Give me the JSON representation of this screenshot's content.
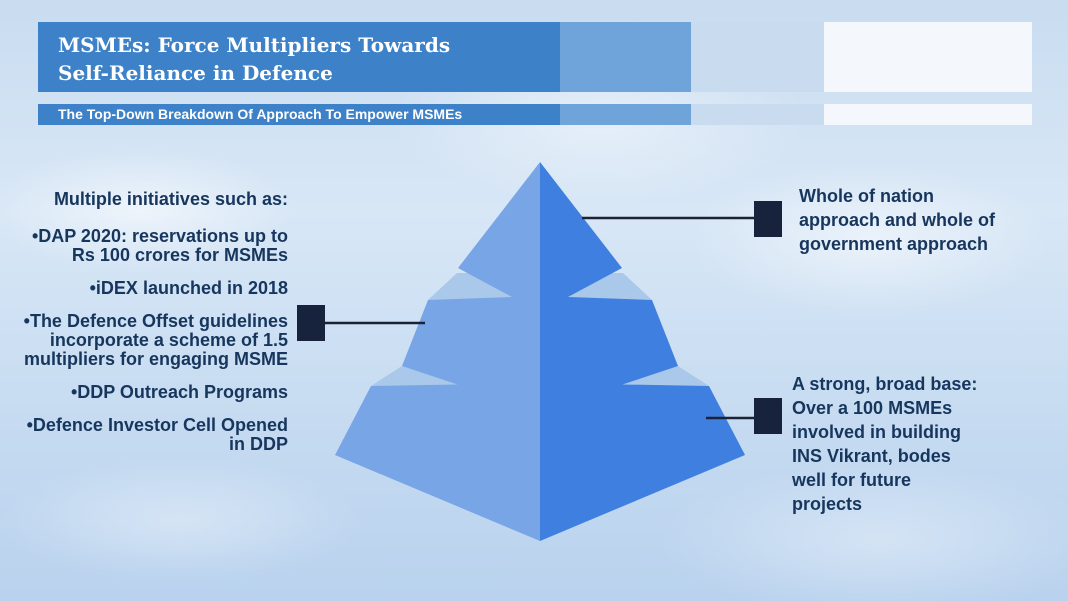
{
  "header": {
    "title_line1": "MSMEs: Force Multipliers Towards",
    "title_line2": "Self-Reliance in Defence",
    "subtitle": "The Top-Down Breakdown Of Approach To Empower MSMEs"
  },
  "left_panel": {
    "heading": "Multiple initiatives such as:",
    "items": [
      "•DAP 2020: reservations up to Rs 100 crores for MSMEs",
      "•iDEX launched in 2018",
      "•The Defence Offset guidelines incorporate a scheme of 1.5 multipliers for engaging MSME",
      "•DDP Outreach Programs",
      "•Defence Investor Cell Opened in DDP"
    ]
  },
  "callouts": {
    "top": "Whole of nation approach and whole of government approach",
    "base": "A strong, broad base: Over a 100 MSMEs involved in building INS Vikrant, bodes well for future projects"
  },
  "colors": {
    "header_blue": "#3d82c8",
    "pyramid_light": "#78a5e6",
    "pyramid_dark": "#3f7fe0",
    "pyramid_gap": "#a9c8ea",
    "marker": "#17233d",
    "text": "#17365d"
  }
}
